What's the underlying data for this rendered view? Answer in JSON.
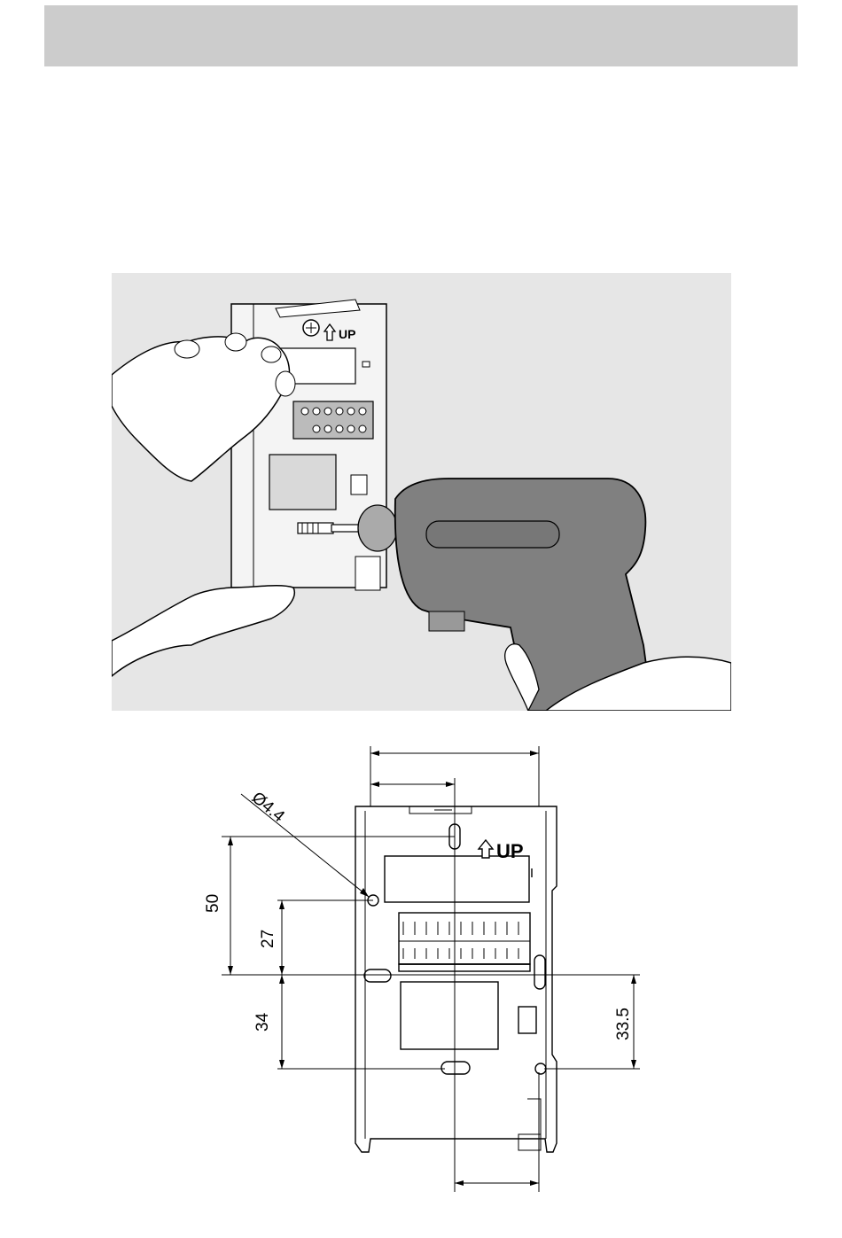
{
  "illustration": {
    "up_label": "UP"
  },
  "drawing": {
    "up_label": "UP",
    "diameter_label": "Ø4.4",
    "dim_50": "50",
    "dim_27": "27",
    "dim_34": "34",
    "dim_33_5": "33.5"
  }
}
